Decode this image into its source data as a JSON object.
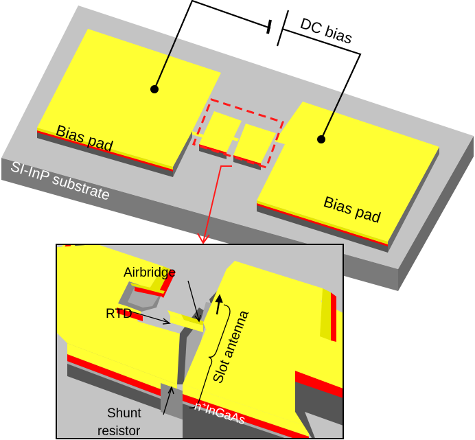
{
  "figure": {
    "type": "device-schematic",
    "colors": {
      "substrate_top": "#c4c4c4",
      "substrate_side": "#7a7a7a",
      "metal_yellow": "#ffff33",
      "metal_yellow_edge": "#e6e600",
      "rtd_red": "#ff0000",
      "layer_dark": "#555555",
      "layer_grey": "#a8a8a8",
      "highlight_red": "#ff1a1a",
      "wire": "#000000"
    }
  },
  "labels": {
    "dc_bias": "DC bias",
    "bias_pad_left": "Bias pad",
    "bias_pad_right": "Bias pad",
    "substrate": "SI-InP substrate",
    "inset_airbridge": "Airbridge",
    "inset_rtd": "RTD",
    "inset_slot_antenna": "Slot antenna",
    "inset_shunt_line1": "Shunt",
    "inset_shunt_line2": "resistor",
    "inset_ningaas_prefix": "n",
    "inset_ningaas_sup": "+",
    "inset_ningaas_rest": "InGaAs"
  },
  "icons": {
    "battery": "dc-source-symbol",
    "contact_left": "contact-dot",
    "contact_right": "contact-dot",
    "zoom_arrow": "arrow-down",
    "highlight_box": "dashed-rectangle"
  }
}
